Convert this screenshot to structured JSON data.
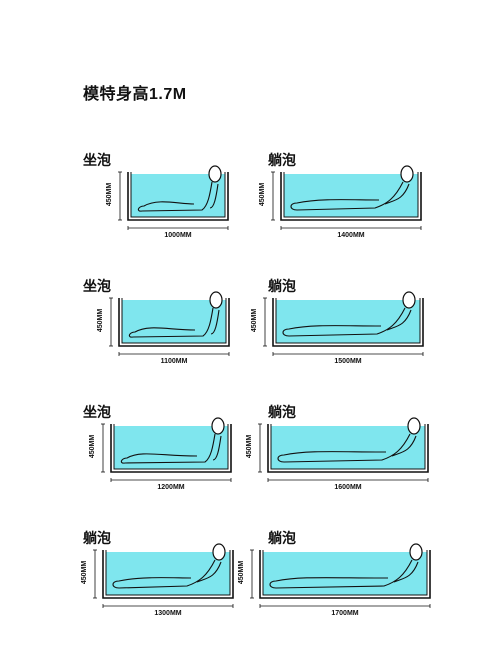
{
  "title": "模特身高1.7M",
  "colors": {
    "water": "#7fe6ee",
    "outline": "#111111"
  },
  "panels": [
    {
      "label": "坐泡",
      "height": "450MM",
      "length": "1000MM",
      "pose": "sit"
    },
    {
      "label": "躺泡",
      "height": "450MM",
      "length": "1400MM",
      "pose": "lie"
    },
    {
      "label": "坐泡",
      "height": "450MM",
      "length": "1100MM",
      "pose": "sit"
    },
    {
      "label": "躺泡",
      "height": "450MM",
      "length": "1500MM",
      "pose": "lie"
    },
    {
      "label": "坐泡",
      "height": "450MM",
      "length": "1200MM",
      "pose": "sit"
    },
    {
      "label": "躺泡",
      "height": "450MM",
      "length": "1600MM",
      "pose": "lie"
    },
    {
      "label": "躺泡",
      "height": "450MM",
      "length": "1300MM",
      "pose": "lie"
    },
    {
      "label": "躺泡",
      "height": "450MM",
      "length": "1700MM",
      "pose": "lie"
    }
  ]
}
